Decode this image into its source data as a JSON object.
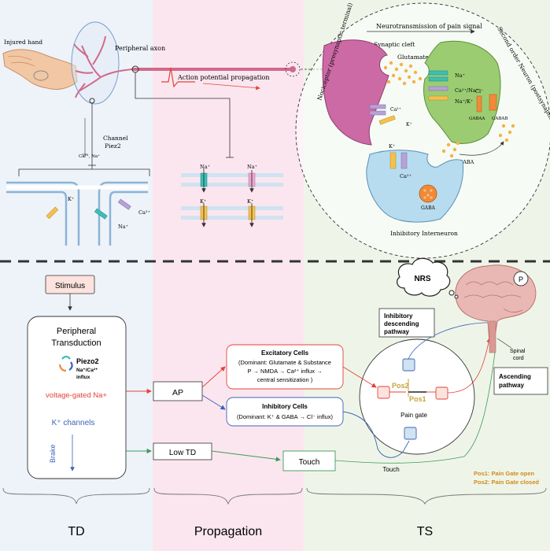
{
  "colors": {
    "td_bg": "#eef3f9",
    "prop_bg": "#fbe6ef",
    "ts_bg": "#eef5e8",
    "nociceptor": "#cc6aa6",
    "second_neuron": "#9ccc72",
    "interneuron": "#b7dcef",
    "glutamate": "#f3b24a",
    "excitatory": "#e3433b",
    "inhibitory": "#3b63b8",
    "green_line": "#3c9a5c"
  },
  "top": {
    "injured_hand": "Injured hand",
    "peripheral_axon": "Peripheral axon",
    "channel_piez2_l1": "Channel",
    "channel_piez2_l2": "Piez2",
    "ca_na_small": "Ca²⁺, Na⁺",
    "action_potential": "Action potential propagation",
    "membrane_left": {
      "k": "K⁺",
      "ca": "Ca²⁺",
      "na": "Na⁺"
    },
    "membrane_mid": {
      "na1": "Na⁺",
      "na2": "Na⁺",
      "k1": "K⁺",
      "k2": "K⁺"
    },
    "synapse": {
      "title": "Neurotransmission of pain signal",
      "cleft": "Synaptic cleft",
      "glutamate": "Glutamate",
      "nociceptor": "Nociceptor (presynaptic terminal)",
      "second_order": "Second order Neuron (postsynaptic terminal)",
      "na": "Na⁺",
      "ca_na": "Ca²⁺/Na⁺",
      "na_k": "Na⁺/K⁺",
      "ca": "Ca²⁺",
      "k": "K⁺",
      "cl": "Cl⁻",
      "gaba_a": "GABAA",
      "gaba_b": "GABAB",
      "gaba": "GABA",
      "gaba_vesicle": "GABA",
      "int_k": "K⁺",
      "int_ca": "Ca²⁺",
      "interneuron": "Inhibitory Interneuron"
    }
  },
  "bottom": {
    "stimulus": "Stimulus",
    "transduction_l1": "Peripheral",
    "transduction_l2": "Transduction",
    "piezo2": "Piezo2",
    "piezo_influx_l1": "Na⁺/Ca²⁺",
    "piezo_influx_l2": "influx",
    "vg_na": "voltage-gated Na+",
    "k_channels": "K⁺ channels",
    "brake": "Brake",
    "ap": "AP",
    "low_td": "Low TD",
    "touch_box": "Touch",
    "touch_label": "Touch",
    "excitatory_title": "Excitatory Cells",
    "excitatory_l1": "(Dominant: Glutamate & Substance",
    "excitatory_l2": "P → NMDA →    Ca²⁺ influx →",
    "excitatory_l3": "central sensitization )",
    "inhibitory_title": "Inhibitory Cells",
    "inhibitory_l1": "(Dominant: K⁺ & GABA → Cl⁻ influx)",
    "pos2": "Pos2",
    "pos1": "Pos1",
    "pain_gate": "Pain gate",
    "inhib_desc_l1": "Inhibitory",
    "inhib_desc_l2": "descending",
    "inhib_desc_l3": "pathway",
    "ascending_l1": "Ascending",
    "ascending_l2": "pathway",
    "nrs": "NRS",
    "p_badge": "P",
    "spinal_l1": "Spinal",
    "spinal_l2": "cord",
    "legend_pos1": "Pos1: Pain Gate open",
    "legend_pos2": "Pos2: Pain Gate closed"
  },
  "sections": {
    "td": "TD",
    "propagation": "Propagation",
    "ts": "TS"
  }
}
